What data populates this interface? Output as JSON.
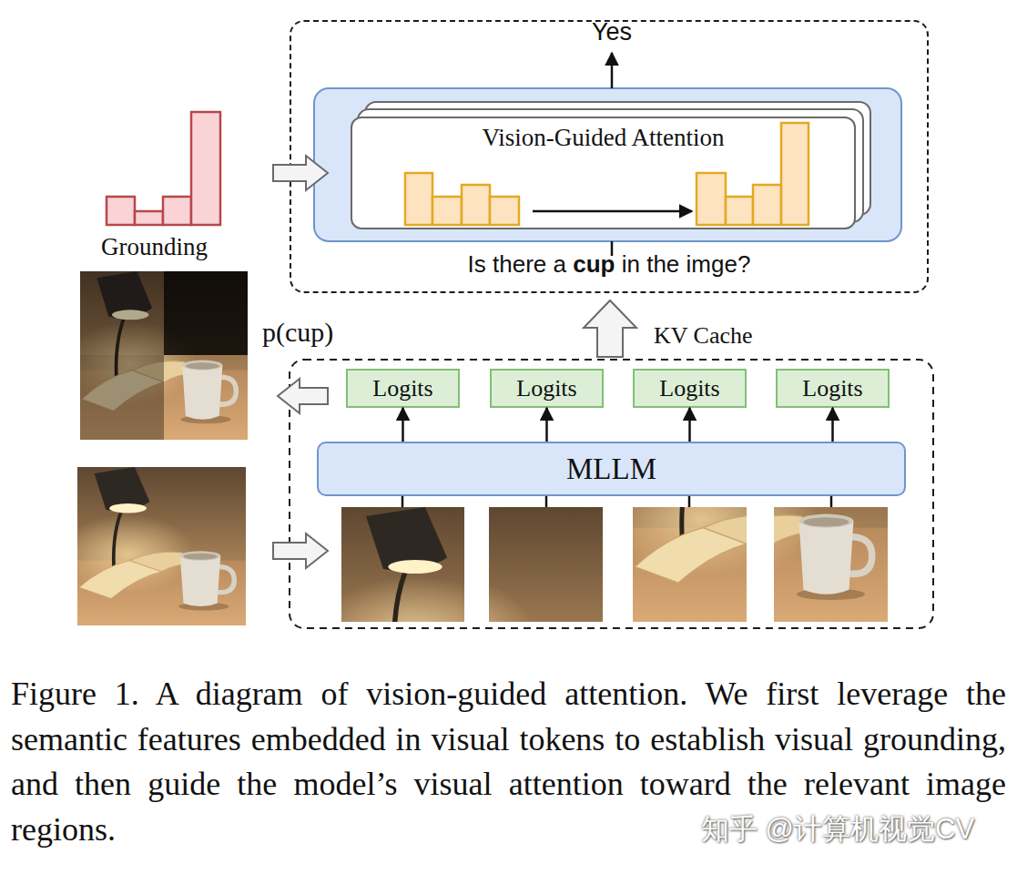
{
  "diagram": {
    "caption": "Figure 1. A diagram of vision-guided attention. We first leverage the semantic features embedded in visual tokens to establish visual grounding, and then guide the model’s visual attention toward the relevant image regions.",
    "nodes": [
      {
        "text": [
          "Is there a cup in the imge?"
        ]
      },
      {
        "text": [
          "Vision-Guided Attention"
        ],
        "in": 0
      },
      {
        "text": [
          "Grounding"
        ]
      },
      {
        "text": [
          "Logits"
        ]
      },
      {
        "text": [
          "Logits"
        ]
      },
      {
        "text": [
          "Logits"
        ]
      },
      {
        "text": [
          "Logits"
        ]
      },
      {
        "text": [
          "MLLM"
        ]
      }
    ],
    "edges": [
      {
        "from": 2,
        "to": 1,
        "arrow": "to"
      },
      {
        "from": 7,
        "to": 3,
        "arrow": "to"
      },
      {
        "from": 7,
        "to": 4,
        "arrow": "to"
      },
      {
        "from": 7,
        "to": 5,
        "arrow": "to"
      },
      {
        "from": 7,
        "to": 6,
        "arrow": "to"
      }
    ],
    "labels": [
      "Yes",
      "p(cup)",
      "KV Cache",
      "知乎 @计算机视觉CV"
    ]
  }
}
